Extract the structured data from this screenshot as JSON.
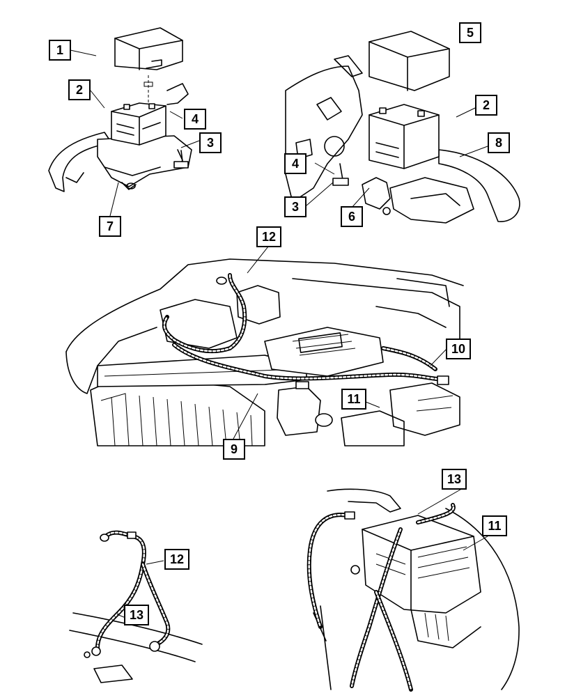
{
  "callouts": [
    {
      "id": "c1",
      "label": "1"
    },
    {
      "id": "c2a",
      "label": "2"
    },
    {
      "id": "c4a",
      "label": "4"
    },
    {
      "id": "c3a",
      "label": "3"
    },
    {
      "id": "c7",
      "label": "7"
    },
    {
      "id": "c5",
      "label": "5"
    },
    {
      "id": "c2b",
      "label": "2"
    },
    {
      "id": "c8",
      "label": "8"
    },
    {
      "id": "c4b",
      "label": "4"
    },
    {
      "id": "c3b",
      "label": "3"
    },
    {
      "id": "c6",
      "label": "6"
    },
    {
      "id": "c12a",
      "label": "12"
    },
    {
      "id": "c10",
      "label": "10"
    },
    {
      "id": "c11a",
      "label": "11"
    },
    {
      "id": "c9",
      "label": "9"
    },
    {
      "id": "c13a",
      "label": "13"
    },
    {
      "id": "c12b",
      "label": "12"
    },
    {
      "id": "c13b",
      "label": "13"
    },
    {
      "id": "c11b",
      "label": "11"
    }
  ]
}
